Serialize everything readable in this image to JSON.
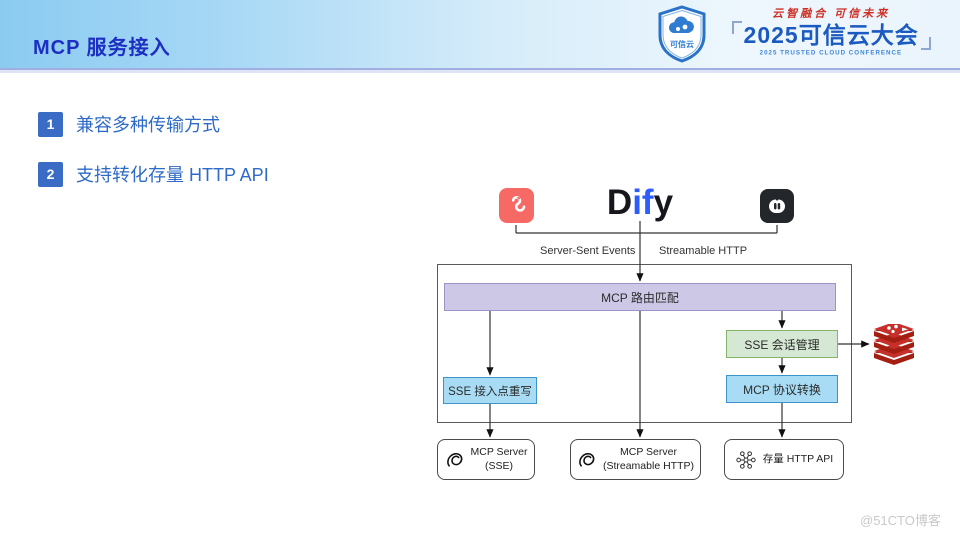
{
  "header": {
    "title": "MCP 服务接入",
    "logo": {
      "slogan": "云智融合 可信未来",
      "conference": "2025可信云大会",
      "conference_en": "2025 TRUSTED CLOUD CONFERENCE",
      "shield_label": "可信云"
    }
  },
  "bullets": [
    {
      "num": "1",
      "text": "兼容多种传输方式"
    },
    {
      "num": "2",
      "text": "支持转化存量 HTTP API"
    }
  ],
  "diagram": {
    "brand": {
      "d": "D",
      "if": "if",
      "y": "y"
    },
    "edge_labels": [
      "Server-Sent Events",
      "Streamable HTTP"
    ],
    "router": "MCP 路由匹配",
    "sse_rewrite": "SSE 接入点重写",
    "sse_session": "SSE 会话管理",
    "mcp_convert": "MCP 协议转换",
    "servers": [
      {
        "line1": "MCP Server",
        "line2": "(SSE)"
      },
      {
        "line1": "MCP Server",
        "line2": "(Streamable HTTP)"
      },
      {
        "line1": "存量 HTTP API"
      }
    ]
  },
  "watermark": "@51CTO博客",
  "colors": {
    "header_title": "#1d2ec2",
    "bullet_blue": "#2e6ac8",
    "bullet_square": "#3a6cc6",
    "router_fill": "#cec8e7",
    "session_fill": "#d5e8d4",
    "protocol_fill": "#a8dcf5",
    "dify_blue": "#2c5bff",
    "client_red": "#f76965",
    "client_dark": "#23262b",
    "redis_red": "#c6302b"
  }
}
